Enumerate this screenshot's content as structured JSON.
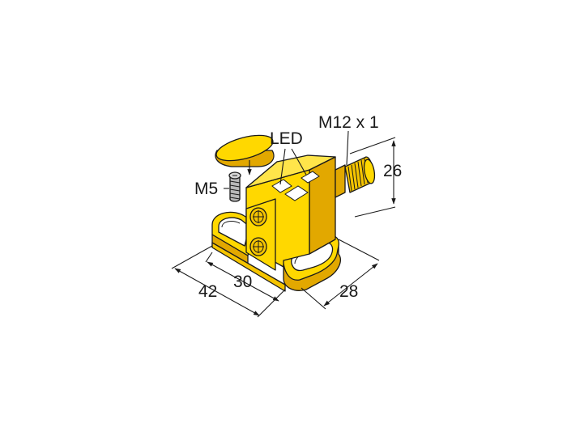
{
  "labels": {
    "led": "LED",
    "thread": "M12 x 1",
    "screw": "M5",
    "height": "26",
    "length_total": "42",
    "length_mount": "30",
    "width": "28"
  },
  "colors": {
    "body_light": "#ffd800",
    "body_mid": "#f5c400",
    "body_dark": "#e2a800",
    "screw": "#b8b8b8",
    "line": "#1a1a1a"
  }
}
